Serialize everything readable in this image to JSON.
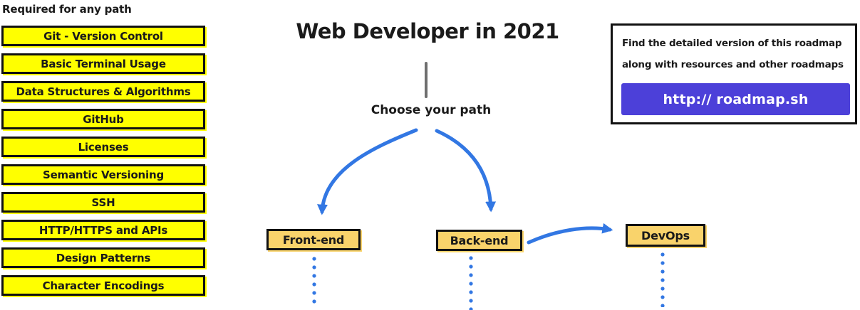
{
  "left_panel": {
    "heading": "Required for any path",
    "items": [
      "Git - Version Control",
      "Basic Terminal Usage",
      "Data Structures & Algorithms",
      "GitHub",
      "Licenses",
      "Semantic Versioning",
      "SSH",
      "HTTP/HTTPS and APIs",
      "Design Patterns",
      "Character Encodings"
    ]
  },
  "main": {
    "title": "Web Developer in 2021",
    "choose_label": "Choose your path",
    "paths": [
      {
        "label": "Front-end"
      },
      {
        "label": "Back-end"
      },
      {
        "label": "DevOps"
      }
    ]
  },
  "info_box": {
    "line1": "Find the detailed version of this roadmap",
    "line2": "along with resources and other roadmaps",
    "button_label": "http:// roadmap.sh"
  },
  "colors": {
    "required_topic_fill": "#FFFF00",
    "path_box_fill": "#F9D36B",
    "arrow_blue": "#3277E3",
    "button_purple": "#4C40D9",
    "border_black": "#111111",
    "stem_gray": "#6F6F6F"
  }
}
